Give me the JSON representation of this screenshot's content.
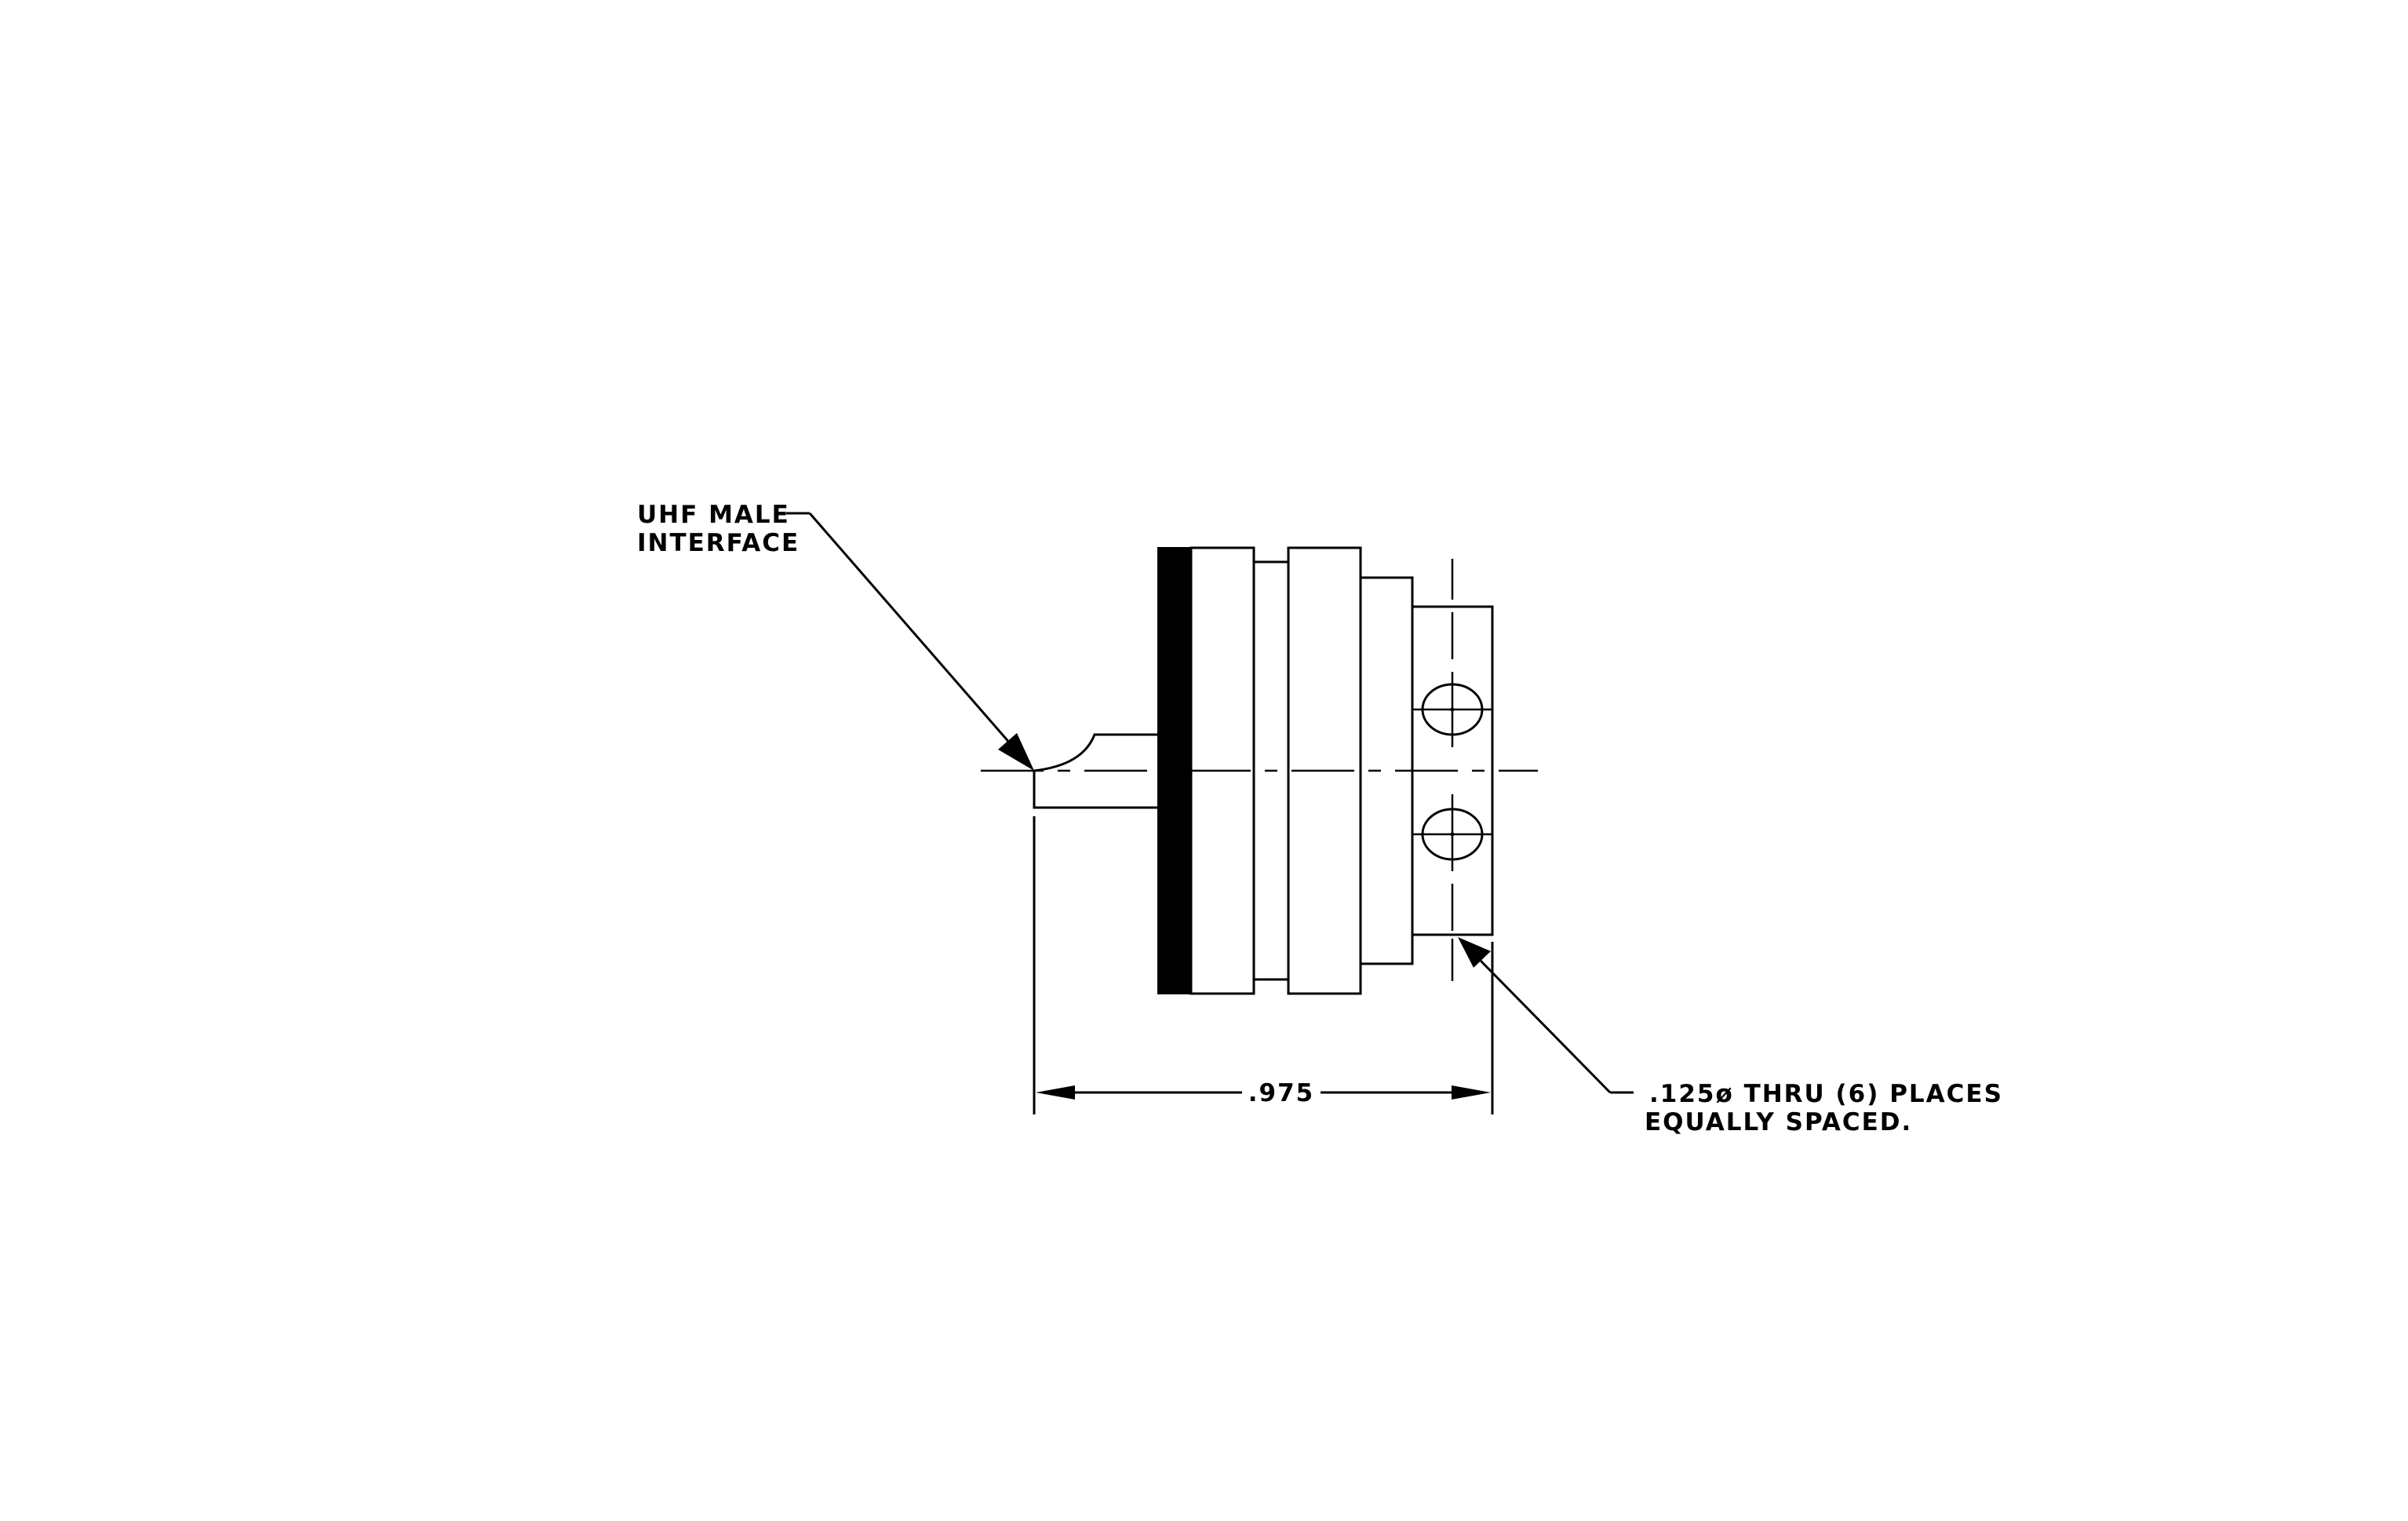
{
  "callouts": {
    "interface": {
      "line1": "UHF MALE",
      "line2": "INTERFACE"
    },
    "holes": {
      "line1": ".125ø THRU (6) PLACES",
      "line2": "EQUALLY SPACED."
    }
  },
  "dimensions": {
    "overall_length": ".975"
  },
  "colors": {
    "line": "#000000",
    "background": "#ffffff"
  }
}
